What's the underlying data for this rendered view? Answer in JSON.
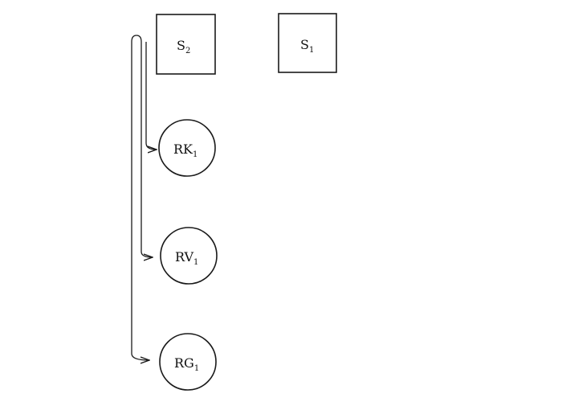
{
  "colors": {
    "ink": "#1a1a1a",
    "background": "#ffffff",
    "hatch": "#333333"
  },
  "sources": [
    {
      "id": "s2",
      "main": "S",
      "sub": "2",
      "fill": "hatched"
    },
    {
      "id": "s1",
      "main": "S",
      "sub": "1",
      "fill": "hatched"
    }
  ],
  "receivers": [
    {
      "id": "rk1",
      "main": "RK",
      "sub": "1"
    },
    {
      "id": "rv1",
      "main": "RV",
      "sub": "1"
    },
    {
      "id": "rg1",
      "main": "RG",
      "sub": "1"
    }
  ],
  "connections": [
    {
      "from": "s2",
      "to": "rk1"
    },
    {
      "from": "s2",
      "to": "rv1"
    },
    {
      "from": "s2",
      "to": "rg1"
    }
  ]
}
